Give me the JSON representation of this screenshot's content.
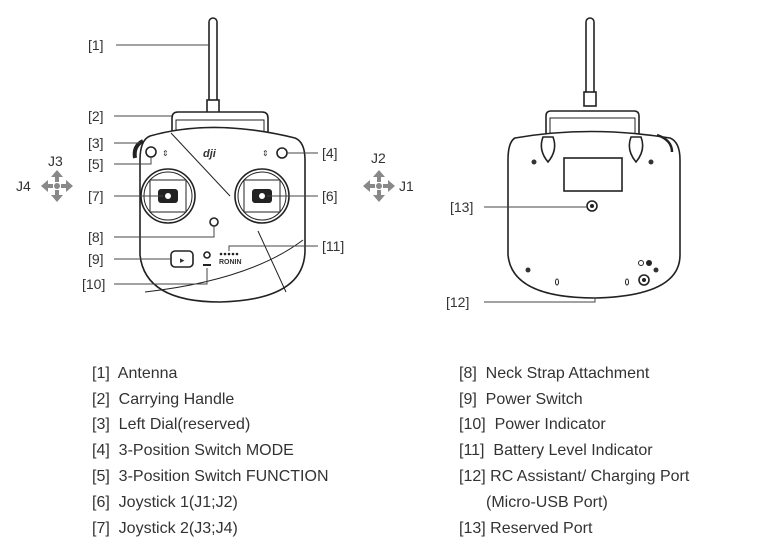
{
  "front_callouts": {
    "c1": "[1]",
    "c2": "[2]",
    "c3": "[3]",
    "c4": "[4]",
    "c5": "[5]",
    "c6": "[6]",
    "c7": "[7]",
    "c8": "[8]",
    "c9": "[9]",
    "c10": "[10]",
    "c11": "[11]"
  },
  "back_callouts": {
    "c12": "[12]",
    "c13": "[13]"
  },
  "axes": {
    "left_up": "J3",
    "left_side": "J4",
    "right_up": "J2",
    "right_side": "J1"
  },
  "logos": {
    "brand": "dji",
    "product": "RONIN"
  },
  "legend_left": [
    "[1]  Antenna",
    "[2]  Carrying Handle",
    "[3]  Left Dial(reserved)",
    "[4]  3-Position Switch MODE",
    "[5]  3-Position Switch FUNCTION",
    "[6]  Joystick 1(J1;J2)",
    "[7]  Joystick 2(J3;J4)"
  ],
  "legend_right": [
    "[8]  Neck Strap Attachment",
    "[9]  Power Switch",
    "[10]  Power Indicator",
    "[11]  Battery Level Indicator",
    "[12] RC Assistant/ Charging Port",
    "(Micro-USB Port)",
    "[13] Reserved Port"
  ]
}
